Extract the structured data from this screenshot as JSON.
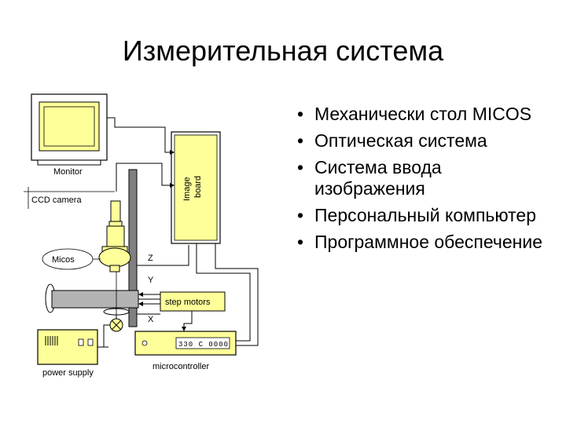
{
  "slide": {
    "title": "Измерительная система"
  },
  "diagram": {
    "monitor_label": "Monitor",
    "image_board_label_1": "Image",
    "image_board_label_2": "board",
    "ccd_camera_label": "CCD camera",
    "micos_label": "Micos",
    "axis_z": "Z",
    "axis_y": "Y",
    "axis_x": "X",
    "step_motors_label": "step motors",
    "power_supply_label": "power supply",
    "microcontroller_label": "microcontroller",
    "microcontroller_display": "330 C 0000",
    "colors": {
      "yellow": "#ffff99",
      "stage_gray": "#b3b3b3",
      "column_gray": "#808080"
    }
  },
  "bullets": [
    "Механически стол MICOS",
    "Оптическая система",
    "Система ввода изображения",
    "Персональный компьютер",
    "Программное обеспечение"
  ]
}
